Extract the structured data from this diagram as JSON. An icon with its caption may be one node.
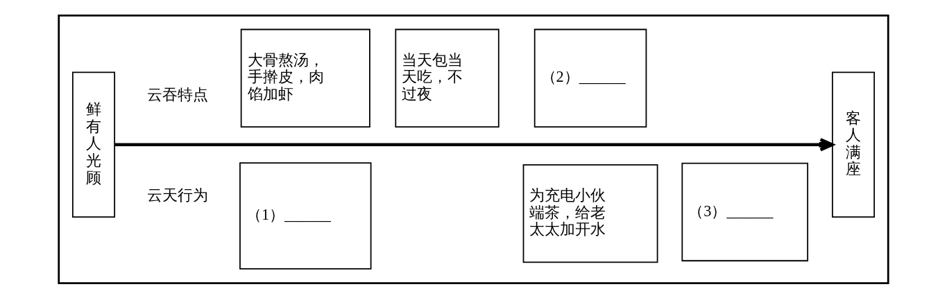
{
  "diagram": {
    "nodes": [
      {
        "text": [],
        "shape": "box"
      },
      {
        "text": [
          "鲜有人光顾"
        ],
        "in": 0
      },
      {
        "text": [
          "大骨熬汤，手擀皮，肉馅加虾"
        ],
        "in": 0
      },
      {
        "text": [
          "当天包当天吃，不过夜"
        ],
        "in": 0
      },
      {
        "text": [
          "（2）______"
        ],
        "in": 0
      },
      {
        "text": [
          "（1）______"
        ],
        "in": 0
      },
      {
        "text": [
          "为充电小伙端茶，给老太太加开水"
        ],
        "in": 0
      },
      {
        "text": [
          "（3）______"
        ],
        "in": 0
      },
      {
        "text": [
          "客人满座"
        ],
        "in": 0
      }
    ],
    "edges": [
      {
        "from": 1,
        "to": 8,
        "arrow": "to"
      }
    ],
    "labels": [
      "云吞特点",
      "云天行为"
    ]
  }
}
